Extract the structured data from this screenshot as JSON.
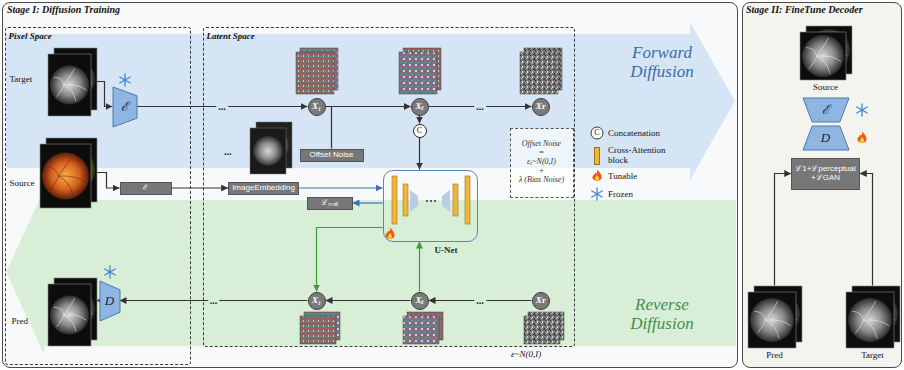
{
  "diagram": {
    "nodes": [
      {
        "text": [
          "Stage I: Diffusion Training"
        ]
      },
      {
        "text": [
          "Pixel Space"
        ],
        "in": 0
      },
      {
        "text": [
          "Target"
        ],
        "in": 1
      },
      {
        "text": [
          "Source"
        ],
        "in": 1
      },
      {
        "text": [
          "Pred"
        ],
        "in": 1
      },
      {
        "text": [
          "ℰ"
        ],
        "in": 1
      },
      {
        "text": [
          "ℰ"
        ],
        "in": 1
      },
      {
        "text": [
          "D"
        ],
        "in": 1
      },
      {
        "text": [
          "Latent Space"
        ],
        "in": 0
      },
      {
        "text": [
          "X₁"
        ],
        "in": 8
      },
      {
        "text": [
          "Xₜ"
        ],
        "in": 8
      },
      {
        "text": [
          "Xᴛ"
        ],
        "in": 8
      },
      {
        "text": [
          "C"
        ],
        "in": 8
      },
      {
        "text": [
          "ImageEmbedding"
        ],
        "in": 8
      },
      {
        "text": [
          "Offset Noise"
        ],
        "in": 8
      },
      {
        "text": [
          "ℒₘₛₑ"
        ],
        "in": 8
      },
      {
        "text": [
          "U-Net"
        ],
        "in": 8
      },
      {
        "text": [
          "Offset Noise",
          "=",
          "εₜ~N(0,I)",
          "+",
          "λ (Bias Noise)"
        ],
        "in": 8
      },
      {
        "text": [
          "X₁"
        ],
        "in": 8
      },
      {
        "text": [
          "Xₜ"
        ],
        "in": 8
      },
      {
        "text": [
          "Xᴛ"
        ],
        "in": 8
      },
      {
        "text": [
          "Stage II: FineTune Decoder"
        ]
      },
      {
        "text": [
          "Source"
        ],
        "in": 21
      },
      {
        "text": [
          "ℰ"
        ],
        "in": 21
      },
      {
        "text": [
          "D"
        ],
        "in": 21
      },
      {
        "text": [
          "ℒ1+ℒperceptual +ℒGAN"
        ],
        "in": 21
      },
      {
        "text": [
          "Pred"
        ],
        "in": 21
      },
      {
        "text": [
          "Target"
        ],
        "in": 21
      }
    ],
    "edges": [
      {
        "from": 2,
        "to": 5,
        "arrow": "to"
      },
      {
        "from": 5,
        "to": 9,
        "label": "...",
        "arrow": "to"
      },
      {
        "from": 9,
        "to": 10,
        "arrow": "to"
      },
      {
        "from": 10,
        "to": 11,
        "label": "...",
        "arrow": "to"
      },
      {
        "from": 3,
        "to": 6,
        "arrow": "to"
      },
      {
        "from": 6,
        "to": 13,
        "arrow": "to"
      },
      {
        "from": 13,
        "to": 16,
        "arrow": "to"
      },
      {
        "from": 10,
        "to": 12,
        "arrow": "to"
      },
      {
        "from": 12,
        "to": 16,
        "arrow": "to"
      },
      {
        "from": 14,
        "to": 10,
        "arrow": "to"
      },
      {
        "from": 16,
        "to": 15,
        "arrow": "to"
      },
      {
        "from": 16,
        "to": 18,
        "arrow": "to"
      },
      {
        "from": 19,
        "to": 16,
        "arrow": "to"
      },
      {
        "from": 20,
        "to": 19,
        "label": "...",
        "arrow": "to"
      },
      {
        "from": 19,
        "to": 18,
        "arrow": "to"
      },
      {
        "from": 18,
        "to": 7,
        "label": "...",
        "arrow": "to"
      },
      {
        "from": 7,
        "to": 4,
        "arrow": "to"
      },
      {
        "from": 26,
        "to": 25,
        "arrow": "to"
      },
      {
        "from": 27,
        "to": 25,
        "arrow": "to"
      }
    ],
    "labels": [
      "Forward Diffusion",
      "Reverse Diffusion",
      "...",
      "ε~N(0,I)",
      "C"
    ],
    "legend": [
      {
        "text": "Concatenation"
      },
      {
        "text": "Cross-Attention block",
        "color": "#f2b63c"
      },
      {
        "text": "Tunable"
      },
      {
        "text": "Frozen"
      }
    ]
  }
}
